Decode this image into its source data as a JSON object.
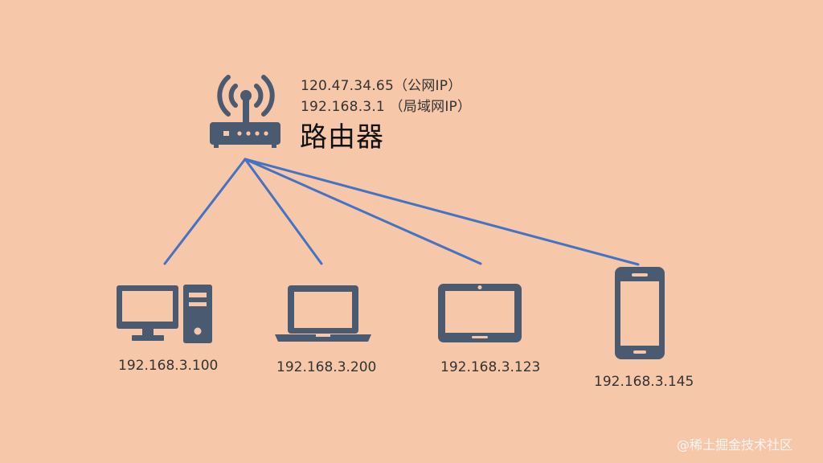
{
  "router": {
    "public_ip": "120.47.34.65（公网IP）",
    "lan_ip": "192.168.3.1 （局域网IP）",
    "title": "路由器",
    "icon": "wifi-router-icon"
  },
  "devices": [
    {
      "ip": "192.168.3.100",
      "icon": "desktop-computer-icon"
    },
    {
      "ip": "192.168.3.200",
      "icon": "laptop-icon"
    },
    {
      "ip": "192.168.3.123",
      "icon": "tablet-icon"
    },
    {
      "ip": "192.168.3.145",
      "icon": "smartphone-icon"
    }
  ],
  "watermark": "@稀土掘金技术社区",
  "colors": {
    "background": "#f6c7a8",
    "icon": "#4a5a70",
    "link": "#4472c4"
  }
}
